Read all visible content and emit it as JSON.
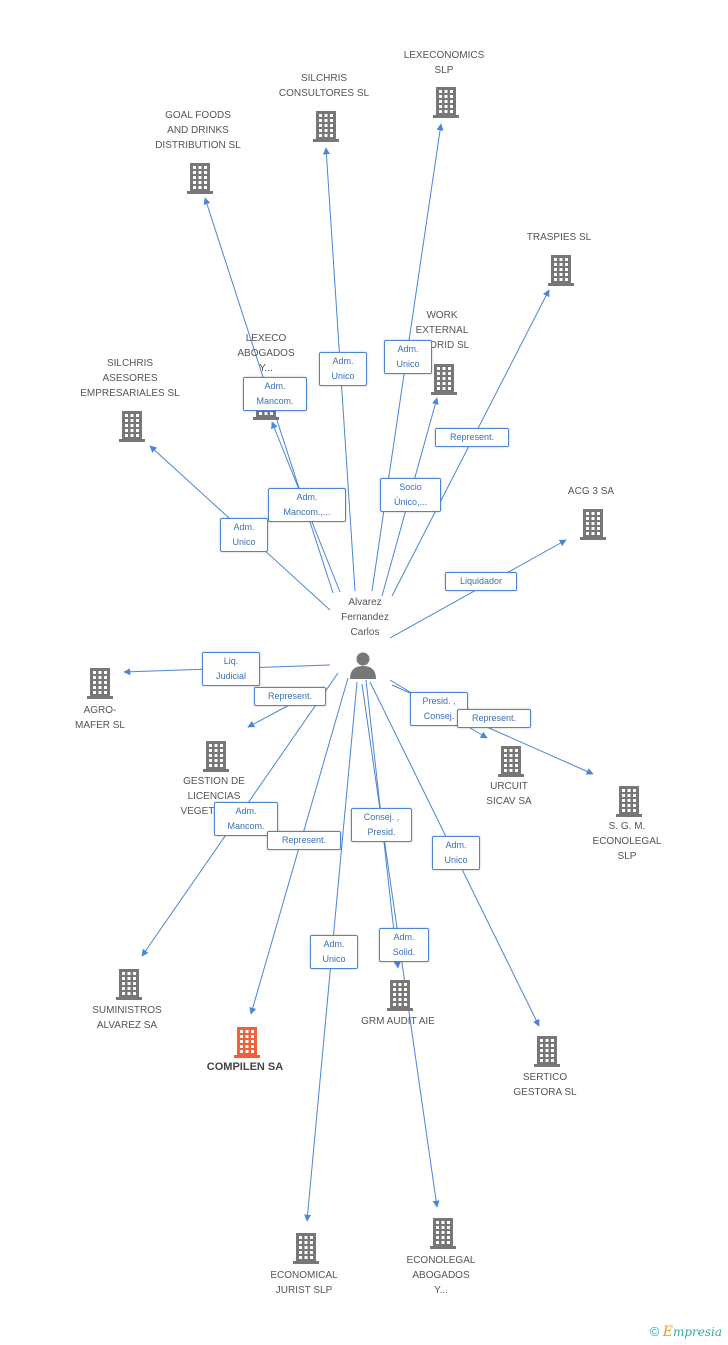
{
  "center": {
    "label": "Alvarez\nFernandez\nCarlos",
    "icon": "person-icon"
  },
  "colors": {
    "edge": "#4a86d3",
    "building": "#777777",
    "highlight": "#f0603a"
  },
  "nodes": [
    {
      "id": "goal",
      "label": "GOAL FOODS\nAND DRINKS\nDISTRIBUTION SL",
      "highlight": false
    },
    {
      "id": "silchris_c",
      "label": "SILCHRIS\nCONSULTORES SL",
      "highlight": false
    },
    {
      "id": "lexecon",
      "label": "LEXECONOMICS\nSLP",
      "highlight": false
    },
    {
      "id": "traspies",
      "label": "TRASPIES SL",
      "highlight": false
    },
    {
      "id": "work",
      "label": "WORK\nEXTERNAL\nMADRID SL",
      "highlight": false
    },
    {
      "id": "lexeco",
      "label": "LEXECO\nABOGADOS\nY...",
      "highlight": false
    },
    {
      "id": "silchris_a",
      "label": "SILCHRIS\nASESORES\nEMPRESARIALES SL",
      "highlight": false
    },
    {
      "id": "acg",
      "label": "ACG 3 SA",
      "highlight": false
    },
    {
      "id": "agro",
      "label": "AGRO-\nMAFER SL",
      "highlight": false
    },
    {
      "id": "gestion",
      "label": "GESTION DE\nLICENCIAS\nVEGETALES...",
      "highlight": false
    },
    {
      "id": "urcuit",
      "label": "URCUIT\nSICAV SA",
      "highlight": false
    },
    {
      "id": "sgm",
      "label": "S. G. M.\nECONOLEGAL\nSLP",
      "highlight": false
    },
    {
      "id": "suministros",
      "label": "SUMINISTROS\nALVAREZ SA",
      "highlight": false
    },
    {
      "id": "compilen",
      "label": "COMPILEN SA",
      "highlight": true
    },
    {
      "id": "grm",
      "label": "GRM AUDIT  AIE",
      "highlight": false
    },
    {
      "id": "sertico",
      "label": "SERTICO\nGESTORA SL",
      "highlight": false
    },
    {
      "id": "economical",
      "label": "ECONOMICAL\nJURIST  SLP",
      "highlight": false
    },
    {
      "id": "econolegal_ab",
      "label": "ECONOLEGAL\nABOGADOS\nY...",
      "highlight": false
    }
  ],
  "edges": [
    {
      "to": "goal",
      "label": "Adm.\nMancom."
    },
    {
      "to": "silchris_c",
      "label": "Adm.\nUnico"
    },
    {
      "to": "lexecon",
      "label": "Adm.\nUnico"
    },
    {
      "to": "traspies",
      "label": "Represent."
    },
    {
      "to": "work",
      "label": "Socio\nÚnico,..."
    },
    {
      "to": "lexeco",
      "label": "Adm.\nMancom.,..."
    },
    {
      "to": "silchris_a",
      "label": "Adm.\nUnico"
    },
    {
      "to": "acg",
      "label": "Liquidador"
    },
    {
      "to": "agro",
      "label": "Liq.\nJudicial"
    },
    {
      "to": "gestion",
      "label": "Represent."
    },
    {
      "to": "urcuit",
      "label": "Presid. ,\nConsej."
    },
    {
      "to": "sgm",
      "label": "Represent."
    },
    {
      "to": "suministros",
      "label": "Adm.\nMancom."
    },
    {
      "to": "compilen",
      "label": "Represent."
    },
    {
      "to": "grm",
      "label": "Consej. ,\nPresid."
    },
    {
      "to": "sertico",
      "label": "Adm.\nUnico"
    },
    {
      "to": "economical",
      "label": "Adm.\nUnico"
    },
    {
      "to": "econolegal_ab",
      "label": "Adm.\nSolid."
    }
  ],
  "brand": {
    "copyright": "©",
    "e": "E",
    "rest": "mpresia"
  }
}
